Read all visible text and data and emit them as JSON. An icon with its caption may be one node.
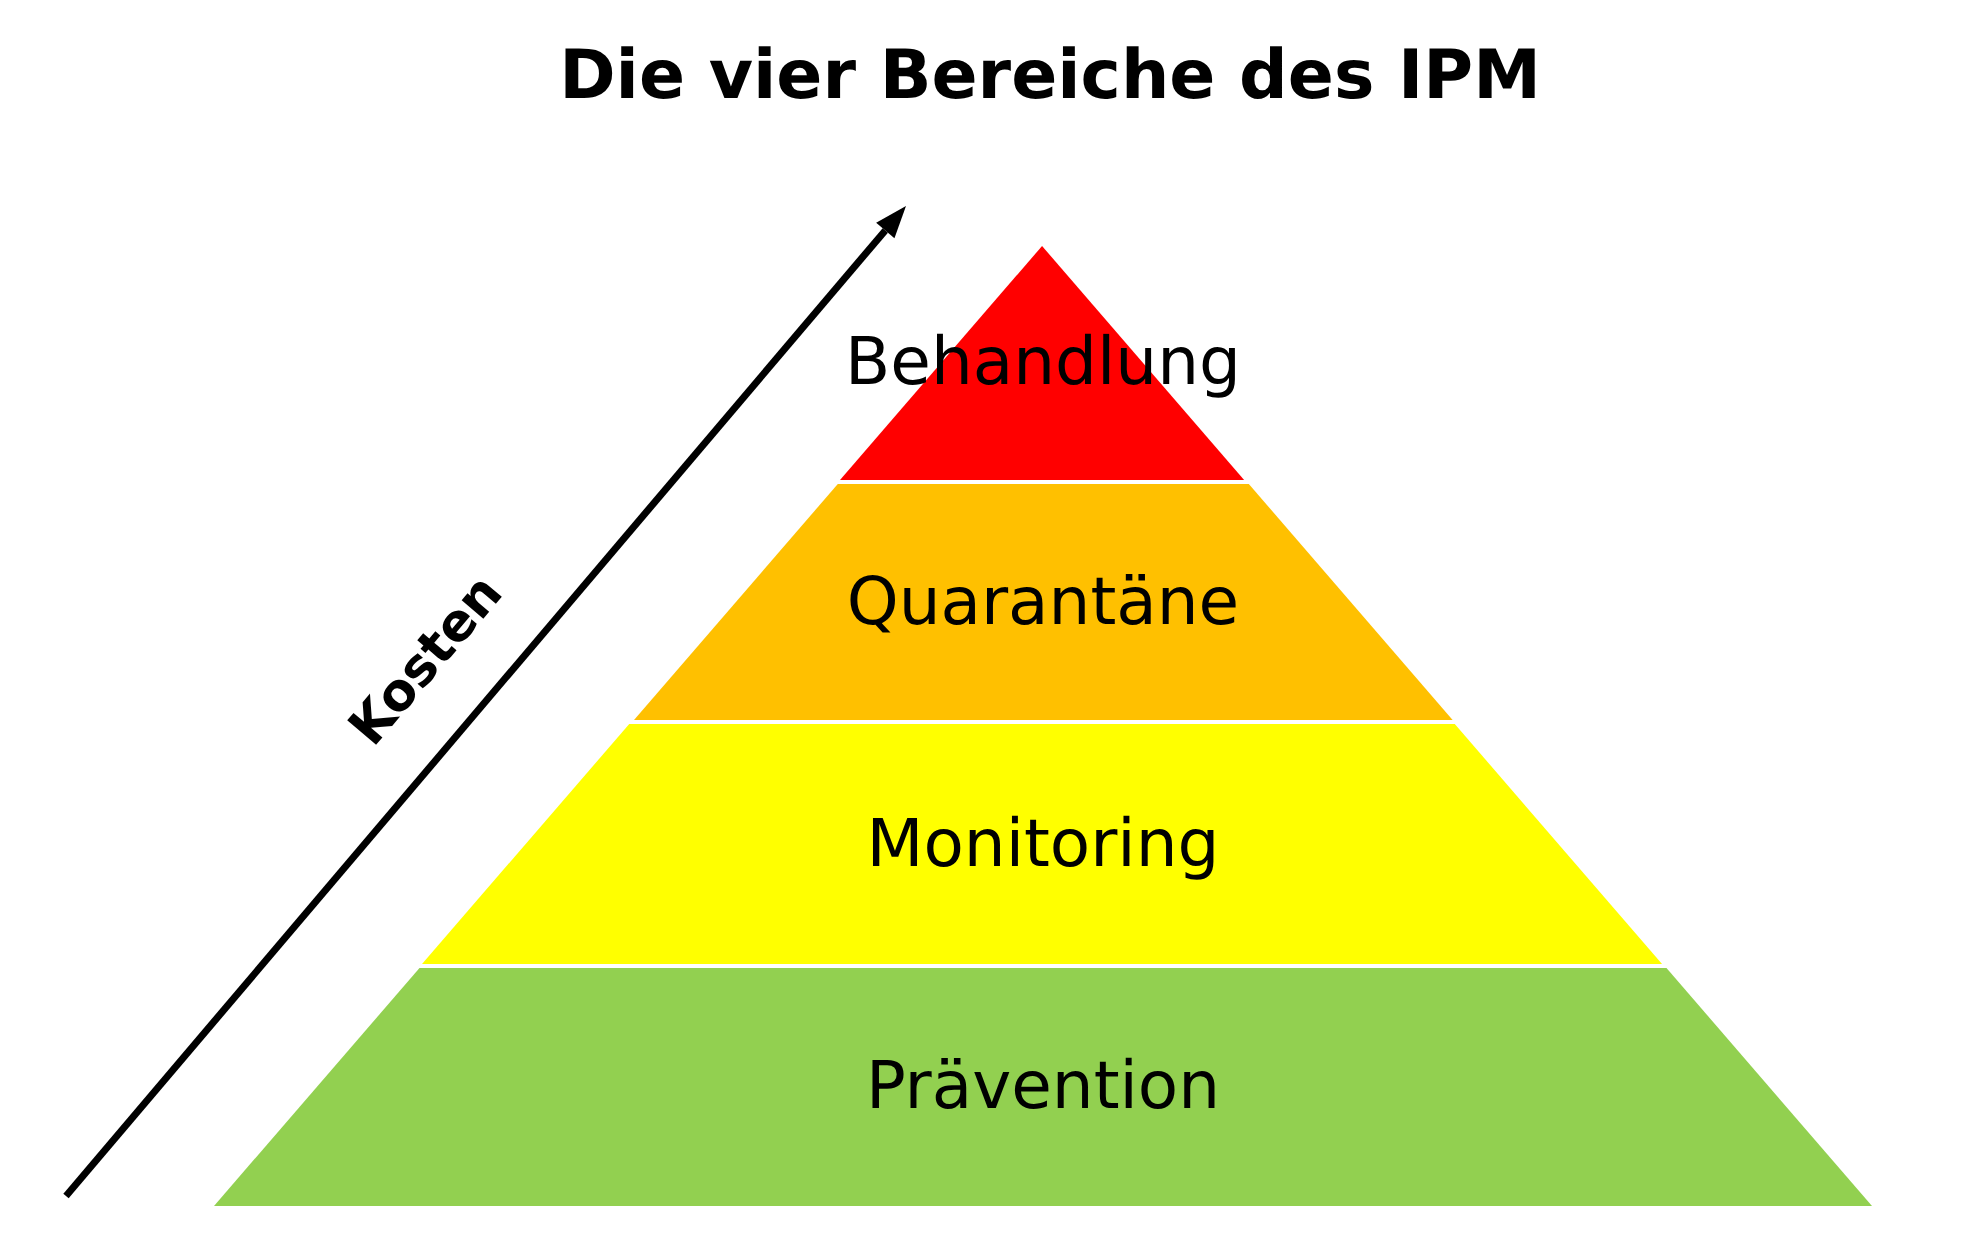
{
  "diagram": {
    "title": "Die vier Bereiche des IPM",
    "nodes": [
      {
        "text": [
          "Behandlung"
        ]
      },
      {
        "text": [
          "Quarantäne"
        ]
      },
      {
        "text": [
          "Monitoring"
        ]
      },
      {
        "text": [
          "Prävention"
        ]
      }
    ],
    "labels": [
      "Kosten"
    ]
  }
}
